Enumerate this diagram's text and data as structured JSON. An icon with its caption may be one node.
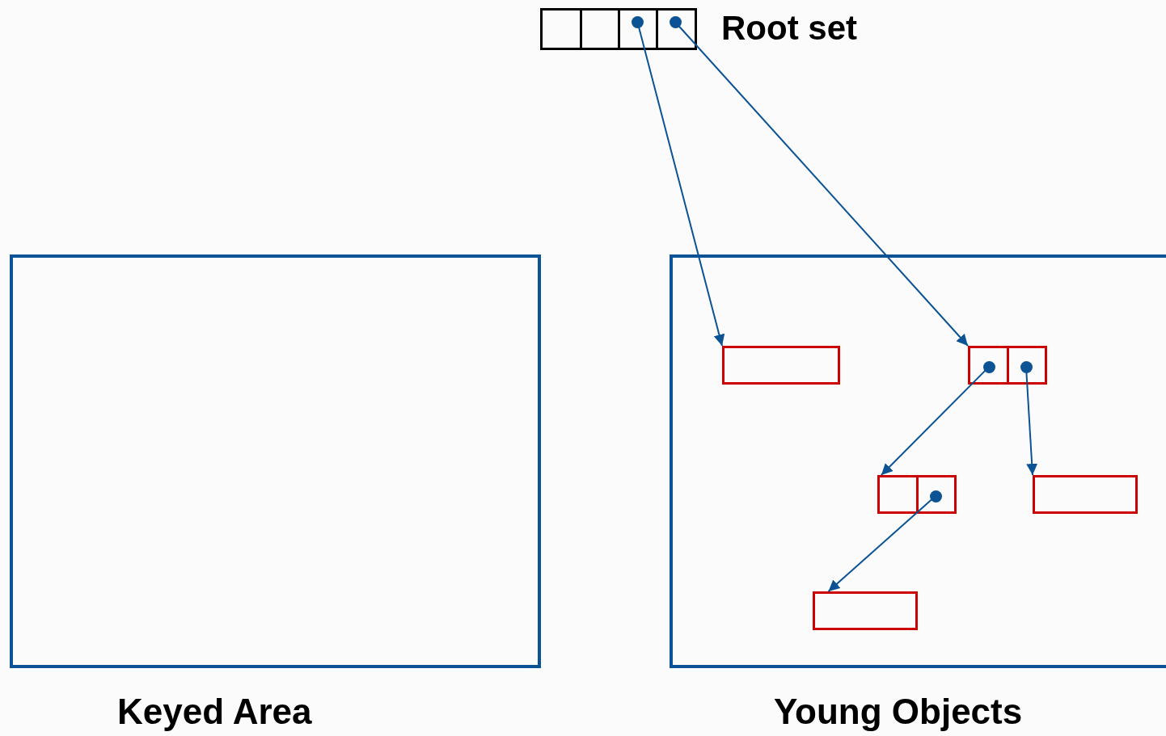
{
  "diagram": {
    "nodes": [
      {
        "text": [
          "Root set"
        ]
      },
      {
        "text": [
          "Keyed Area"
        ]
      },
      {
        "text": [
          "Young Objects"
        ]
      },
      {
        "text": [],
        "shape": "box",
        "in": 2
      },
      {
        "text": [],
        "shape": "box",
        "in": 2
      },
      {
        "text": [],
        "shape": "box",
        "in": 2
      },
      {
        "text": [],
        "shape": "box",
        "in": 2
      },
      {
        "text": [],
        "shape": "box",
        "in": 2
      }
    ],
    "edges": [
      {
        "from": 0,
        "to": 3,
        "arrow": "to"
      },
      {
        "from": 0,
        "to": 4,
        "arrow": "to"
      },
      {
        "from": 4,
        "to": 5,
        "arrow": "to"
      },
      {
        "from": 4,
        "to": 6,
        "arrow": "to"
      },
      {
        "from": 5,
        "to": 7,
        "arrow": "to"
      }
    ]
  }
}
